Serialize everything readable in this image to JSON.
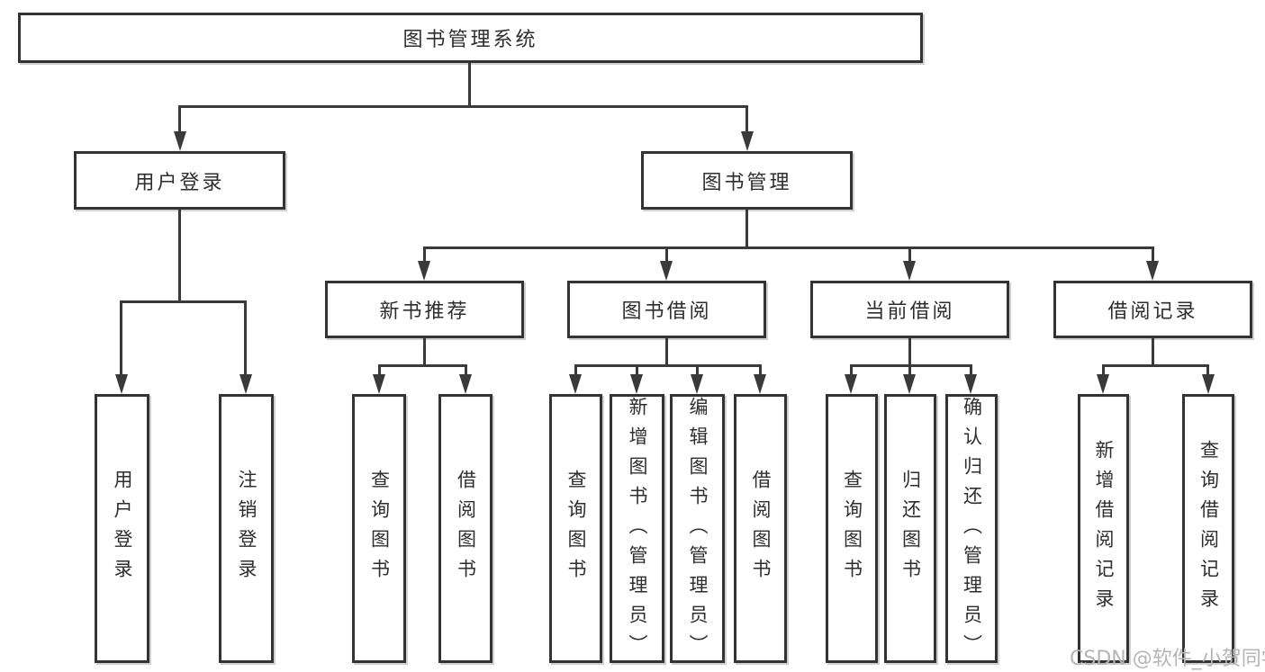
{
  "tree": {
    "label": "图书管理系统",
    "children": [
      {
        "label": "用户登录",
        "children": [
          {
            "label": "用户登录"
          },
          {
            "label": "注销登录"
          }
        ]
      },
      {
        "label": "图书管理",
        "children": [
          {
            "label": "新书推荐",
            "children": [
              {
                "label": "查询图书"
              },
              {
                "label": "借阅图书"
              }
            ]
          },
          {
            "label": "图书借阅",
            "children": [
              {
                "label": "查询图书"
              },
              {
                "label": "新增图书（管理员）"
              },
              {
                "label": "编辑图书（管理员）"
              },
              {
                "label": "借阅图书"
              }
            ]
          },
          {
            "label": "当前借阅",
            "children": [
              {
                "label": "查询图书"
              },
              {
                "label": "归还图书"
              },
              {
                "label": "确认归还（管理员）"
              }
            ]
          },
          {
            "label": "借阅记录",
            "children": [
              {
                "label": "新增借阅记录"
              },
              {
                "label": "查询借阅记录"
              }
            ]
          }
        ]
      }
    ]
  },
  "watermark": {
    "text": "CSDN @软件_小贺同学"
  },
  "colors": {
    "line": "#3a3a3a",
    "box_border": "#333333",
    "text": "#2e2e2e",
    "watermark": "#b5b5b5",
    "background": "#ffffff"
  }
}
